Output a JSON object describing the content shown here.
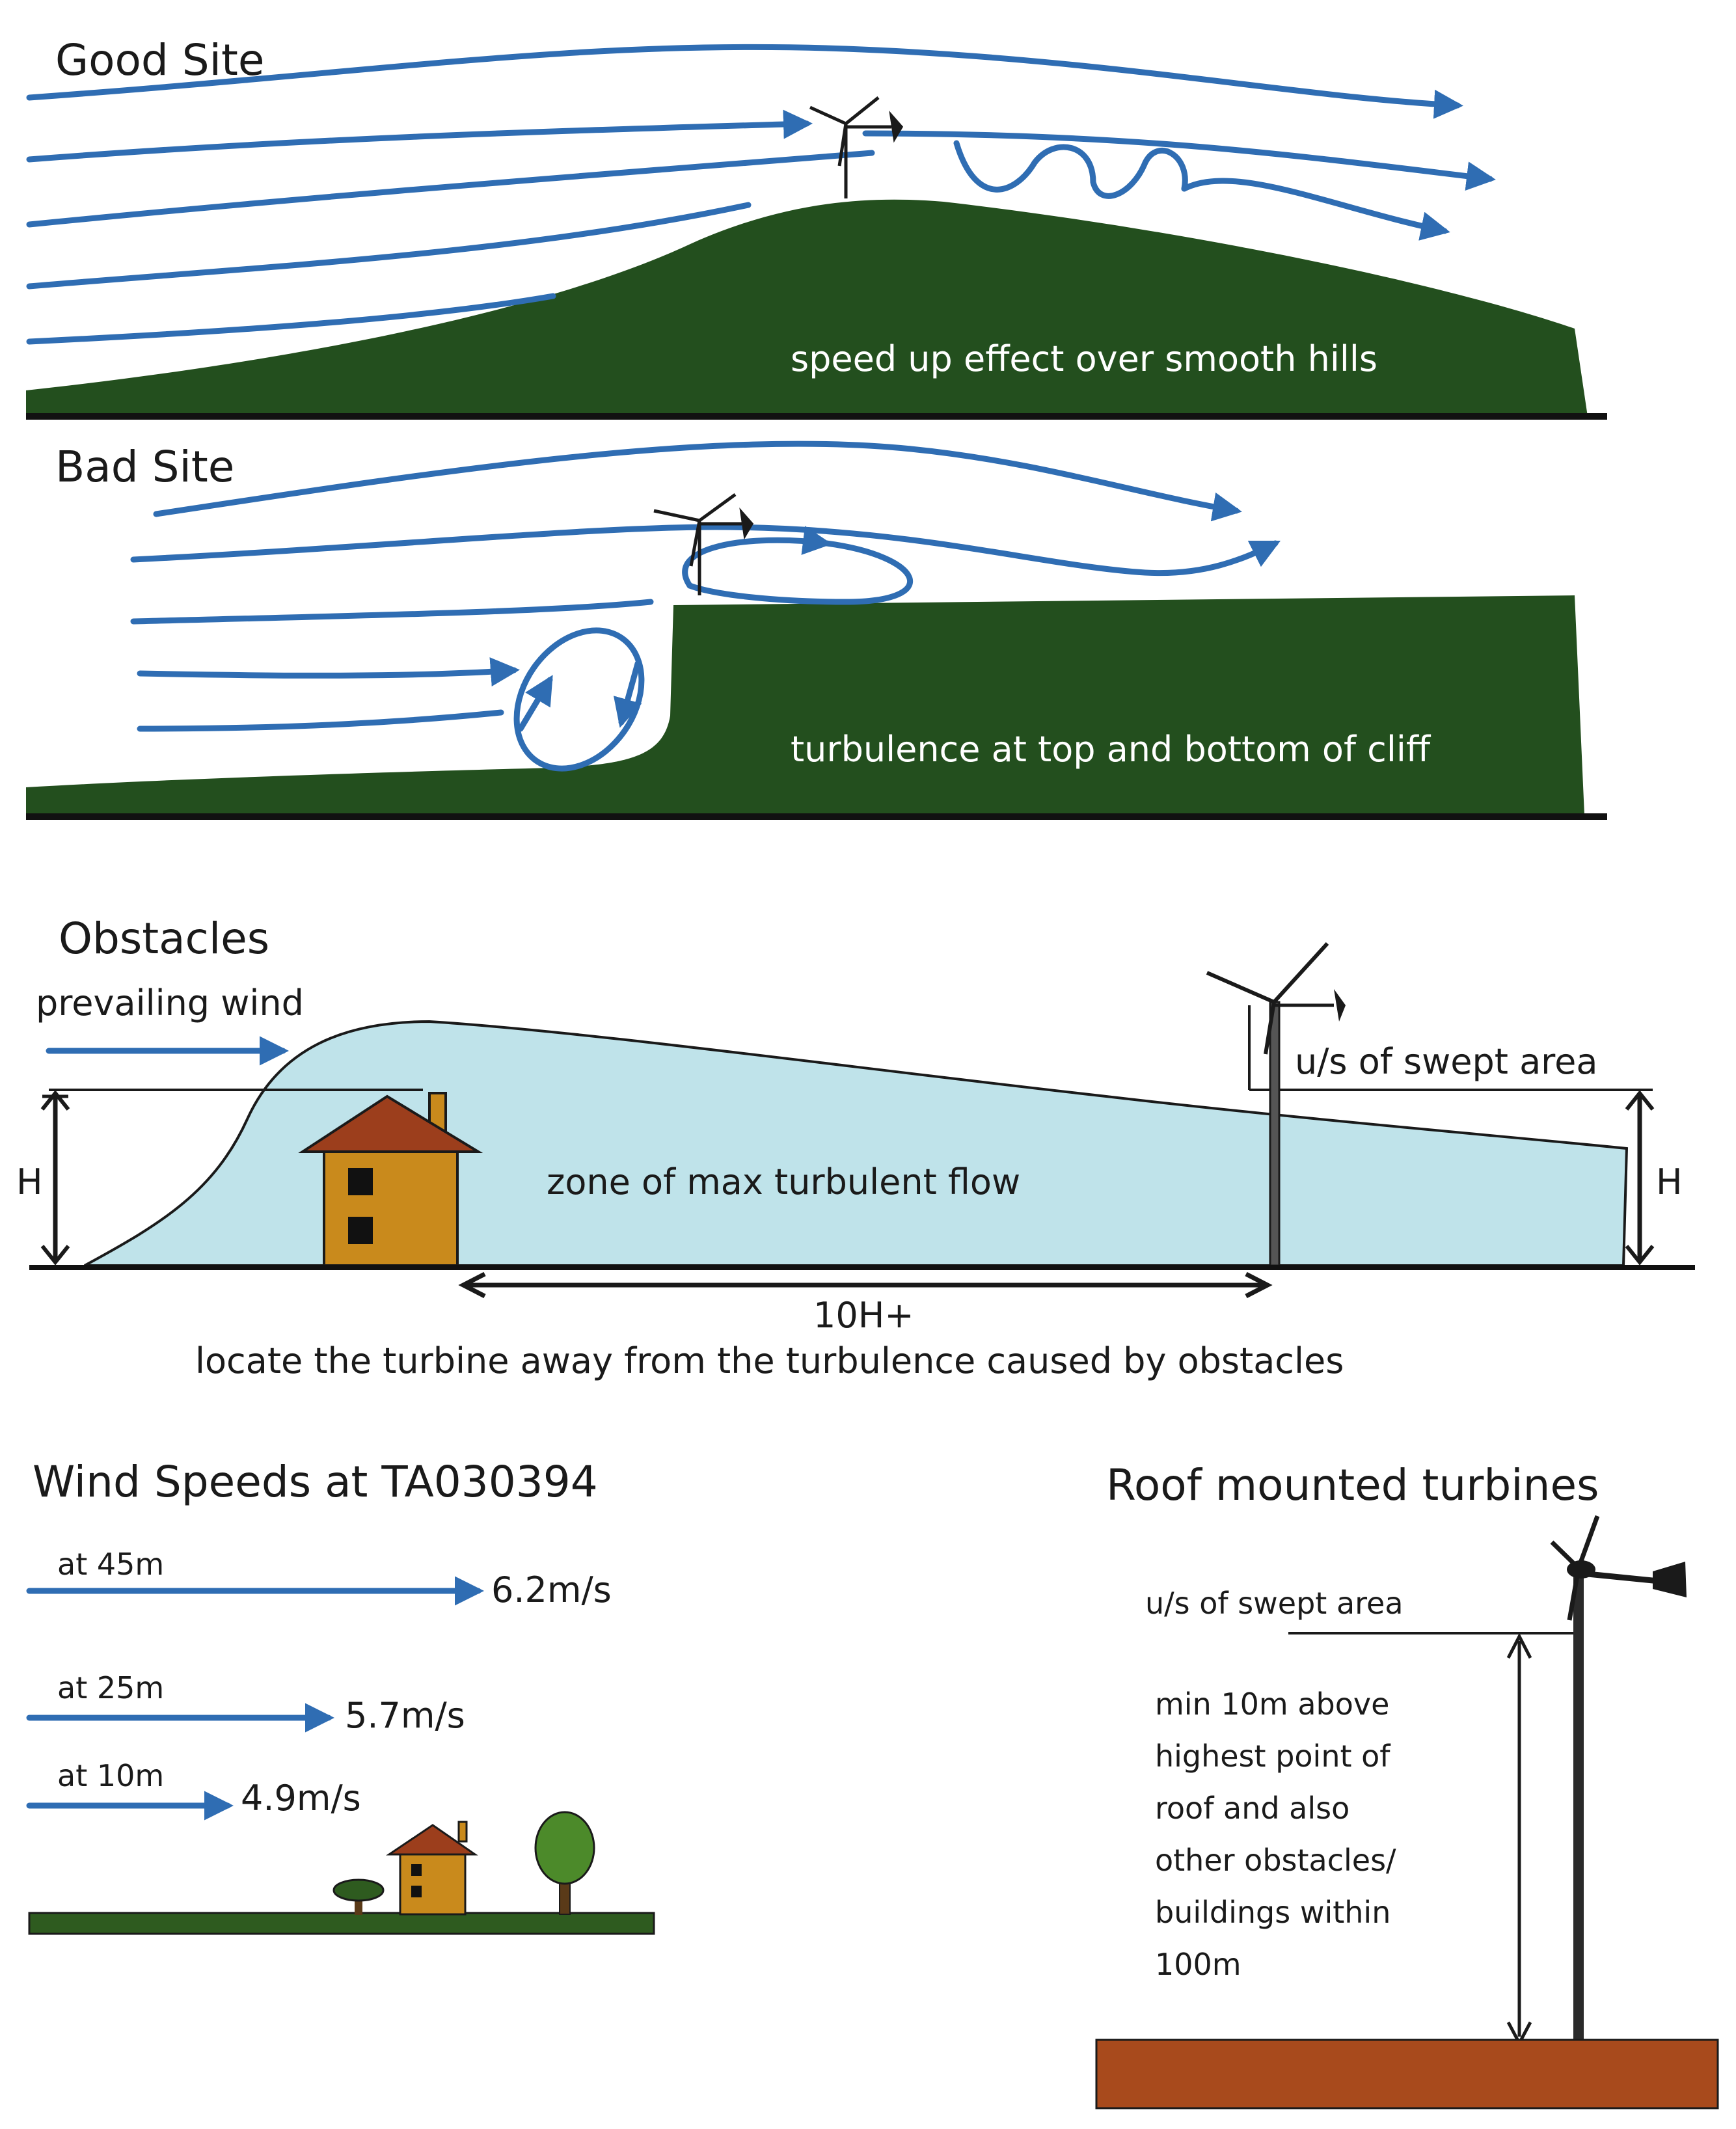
{
  "good_site": {
    "title": "Good Site",
    "caption": "speed up effect over smooth hills"
  },
  "bad_site": {
    "title": "Bad Site",
    "caption": "turbulence at top and bottom of cliff"
  },
  "obstacles": {
    "title": "Obstacles",
    "prevailing_wind": "prevailing wind",
    "zone_label": "zone of max turbulent flow",
    "swept_area": "u/s of swept area",
    "height_left": "H",
    "height_right": "H",
    "distance": "10H+",
    "advice": "locate the turbine away from the turbulence caused by obstacles"
  },
  "wind_speeds": {
    "title": "Wind Speeds at TA030394",
    "rows": [
      {
        "height": "at 45m",
        "speed": "6.2m/s"
      },
      {
        "height": "at 25m",
        "speed": "5.7m/s"
      },
      {
        "height": "at 10m",
        "speed": "4.9m/s"
      }
    ]
  },
  "roof": {
    "title": "Roof mounted turbines",
    "swept_area": "u/s of swept area",
    "note_lines": [
      "min 10m above",
      "highest point of",
      "roof and also",
      "other obstacles/",
      "buildings within",
      "100m"
    ]
  },
  "colors": {
    "wind_arrow": "#2f6db3",
    "hill_green": "#234f1e",
    "turbulent_zone": "#bfe3ea",
    "house_wall": "#c98a1c",
    "roof_tile": "#9c3e1c",
    "roof_band": "#a84a1c"
  }
}
